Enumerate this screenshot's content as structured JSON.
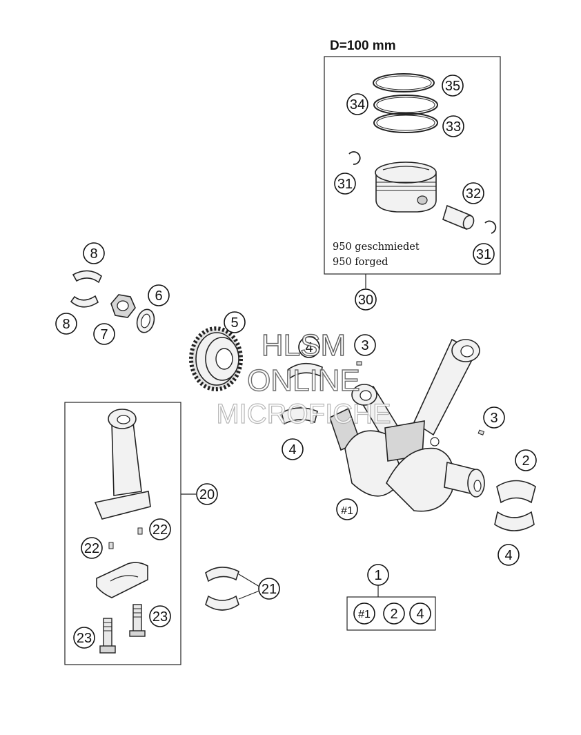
{
  "piston_group": {
    "heading": "D=100 mm",
    "note_line1": "950 geschmiedet",
    "note_line2": "950 forged"
  },
  "callouts": {
    "c35": "35",
    "c34": "34",
    "c33": "33",
    "c31a": "31",
    "c32": "32",
    "c31b": "31",
    "c30": "30",
    "c8a": "8",
    "c8b": "8",
    "c6": "6",
    "c7": "7",
    "c5": "5",
    "c4a": "4",
    "c3a": "3",
    "c4b": "4",
    "c3b": "3",
    "c2": "2",
    "c4c": "4",
    "c1main": "#1",
    "c20": "20",
    "c22a": "22",
    "c22b": "22",
    "c23a": "23",
    "c23b": "23",
    "c21": "21",
    "c1": "1",
    "kit1": "#1",
    "kit2": "2",
    "kit3": "4"
  },
  "watermark": {
    "line1": "HLSM",
    "line2": "ONLINE",
    "line3": "MICROFICHE"
  }
}
